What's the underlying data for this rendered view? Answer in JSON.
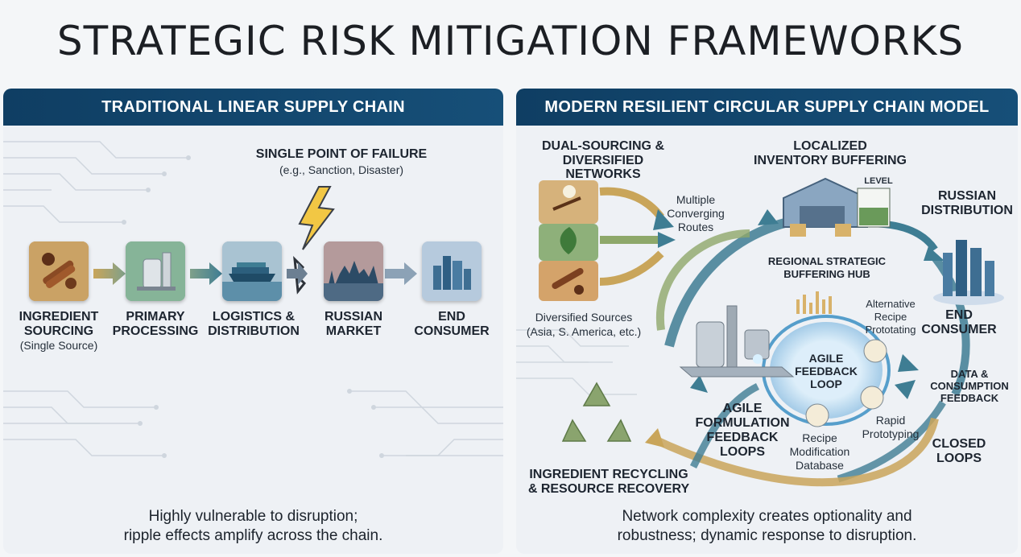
{
  "title": "STRATEGIC RISK MITIGATION FRAMEWORKS",
  "left_panel": {
    "header": "TRADITIONAL LINEAR SUPPLY CHAIN",
    "failure_title": "SINGLE POINT OF FAILURE",
    "failure_sub": "(e.g., Sanction, Disaster)",
    "steps": [
      {
        "line1": "INGREDIENT",
        "line2": "SOURCING",
        "note": "(Single Source)"
      },
      {
        "line1": "PRIMARY",
        "line2": "PROCESSING"
      },
      {
        "line1": "LOGISTICS &",
        "line2": "DISTRIBUTION"
      },
      {
        "line1": "RUSSIAN",
        "line2": "MARKET"
      },
      {
        "line1": "END",
        "line2": "CONSUMER"
      }
    ],
    "footer_line1": "Highly vulnerable to disruption;",
    "footer_line2": "ripple effects amplify across the chain."
  },
  "right_panel": {
    "header": "MODERN RESILIENT CIRCULAR SUPPLY CHAIN MODEL",
    "dual_sourcing_line1": "DUAL-SOURCING &",
    "dual_sourcing_line2": "DIVERSIFIED NETWORKS",
    "localized_line1": "LOCALIZED",
    "localized_line2": "INVENTORY BUFFERING",
    "level_label": "LEVEL",
    "russian_dist_line1": "RUSSIAN",
    "russian_dist_line2": "DISTRIBUTION",
    "multiple_line1": "Multiple",
    "multiple_line2": "Converging",
    "multiple_line3": "Routes",
    "hub_line1": "REGIONAL STRATEGIC",
    "hub_line2": "BUFFERING HUB",
    "diversified_line1": "Diversified Sources",
    "diversified_line2": "(Asia, S. America, etc.)",
    "alt_line1": "Alternative",
    "alt_line2": "Recipe",
    "alt_line3": "Prototating",
    "end_line1": "END",
    "end_line2": "CONSUMER",
    "loop_line1": "AGILE",
    "loop_line2": "FEEDBACK",
    "loop_line3": "LOOP",
    "data_line1": "DATA &",
    "data_line2": "CONSUMPTION",
    "data_line3": "FEEDBACK",
    "agile_line1": "AGILE",
    "agile_line2": "FORMULATION",
    "agile_line3": "FEEDBACK",
    "agile_line4": "LOOPS",
    "rapid_line1": "Rapid",
    "rapid_line2": "Prototyping",
    "recipe_line1": "Recipe",
    "recipe_line2": "Modification",
    "recipe_line3": "Database",
    "closed_line1": "CLOSED",
    "closed_line2": "LOOPS",
    "recycling_line1": "INGREDIENT RECYCLING",
    "recycling_line2": "& RESOURCE RECOVERY",
    "footer_line1": "Network complexity creates optionality and",
    "footer_line2": "robustness; dynamic response to disruption."
  },
  "colors": {
    "header_bg": "#0f3e63",
    "arrow_teal": "#3e7d93",
    "arrow_gold": "#c9a55a",
    "arrow_green": "#8ea86a"
  }
}
